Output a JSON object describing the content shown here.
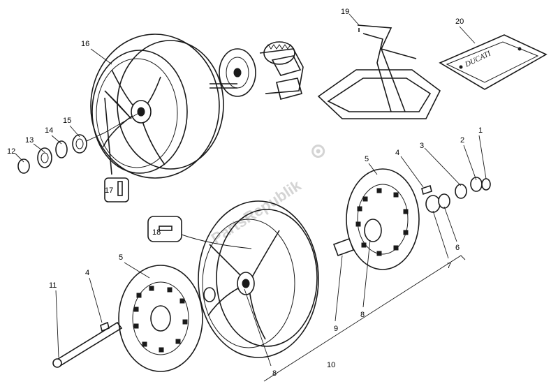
{
  "watermark": "PartsRepublik",
  "brand_label": "DUCATI",
  "callouts": [
    {
      "id": "c1",
      "text": "1"
    },
    {
      "id": "c2",
      "text": "2"
    },
    {
      "id": "c3",
      "text": "3"
    },
    {
      "id": "c4a",
      "text": "4"
    },
    {
      "id": "c4b",
      "text": "4"
    },
    {
      "id": "c5a",
      "text": "5"
    },
    {
      "id": "c5b",
      "text": "5"
    },
    {
      "id": "c6",
      "text": "6"
    },
    {
      "id": "c7",
      "text": "7"
    },
    {
      "id": "c8a",
      "text": "8"
    },
    {
      "id": "c8b",
      "text": "8"
    },
    {
      "id": "c9",
      "text": "9"
    },
    {
      "id": "c10",
      "text": "10"
    },
    {
      "id": "c11",
      "text": "11"
    },
    {
      "id": "c12",
      "text": "12"
    },
    {
      "id": "c13",
      "text": "13"
    },
    {
      "id": "c14",
      "text": "14"
    },
    {
      "id": "c15",
      "text": "15"
    },
    {
      "id": "c16",
      "text": "16"
    },
    {
      "id": "c17",
      "text": "17"
    },
    {
      "id": "c18",
      "text": "18"
    },
    {
      "id": "c19",
      "text": "19"
    },
    {
      "id": "c20",
      "text": "20"
    }
  ]
}
